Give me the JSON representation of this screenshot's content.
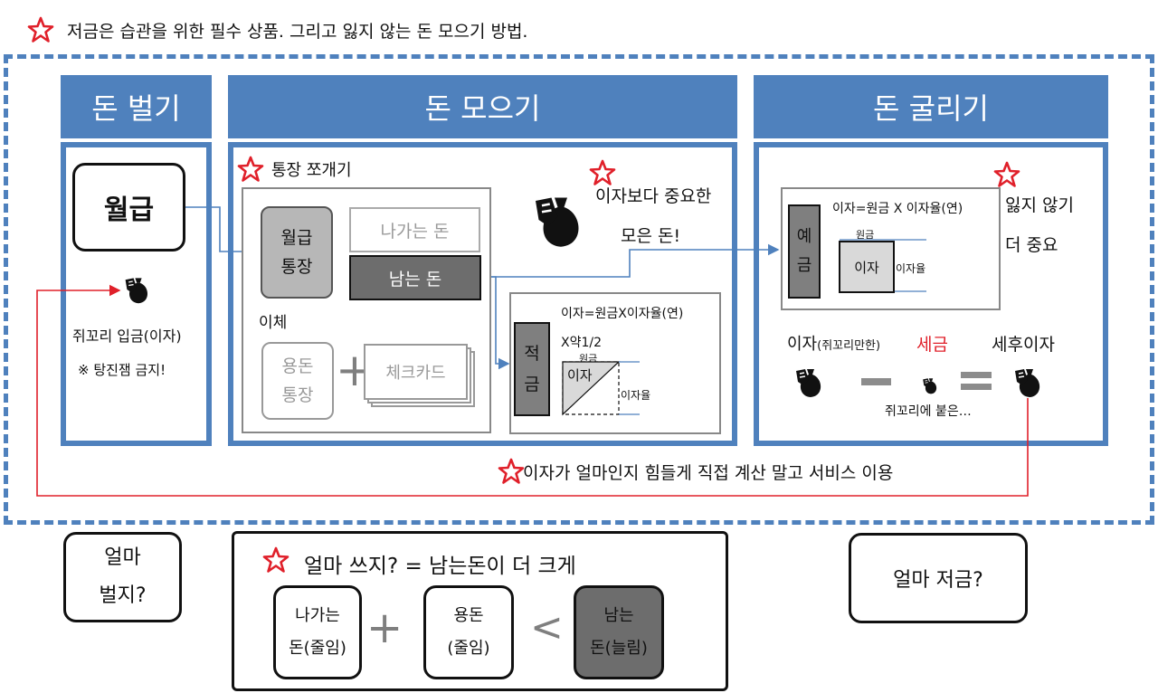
{
  "top_note": "저금은 습관을 위한 필수 상품. 그리고 잃지 않는 돈 모으기 방법.",
  "columns": {
    "earn": "돈 벌기",
    "save": "돈 모으기",
    "grow": "돈 굴리기"
  },
  "earn": {
    "salary": "월급",
    "interest_deposit": "쥐꼬리 입금(이자)",
    "note": "※ 탕진잼 금지!"
  },
  "save": {
    "split_title": "통장 쪼개기",
    "salary_account_l1": "월급",
    "salary_account_l2": "통장",
    "outgoing": "나가는 돈",
    "remaining": "남는 돈",
    "transfer": "이체",
    "allowance_l1": "용돈",
    "allowance_l2": "통장",
    "check_card": "체크카드",
    "important_l1": "이자보다 중요한",
    "important_l2": "모은 돈!",
    "installment_l1": "적",
    "installment_l2": "금",
    "formula": "이자=원금X이자율(연)",
    "approx": "X약1/2",
    "principal": "원금",
    "interest": "이자",
    "rate": "이자율"
  },
  "grow": {
    "deposit_l1": "예",
    "deposit_l2": "금",
    "formula": "이자=원금 X 이자율(연)",
    "principal": "원금",
    "interest": "이자",
    "rate": "이자율",
    "not_lose_l1": "잃지 않기",
    "not_lose_l2": "더 중요",
    "interest_label": "이자",
    "interest_sub": "(쥐꼬리만한)",
    "tax": "세금",
    "after_tax": "세후이자",
    "minus": "−",
    "equals": "=",
    "tail_note": "쥐꼬리에 붙은…"
  },
  "service_note": "이자가 얼마인지 힘들게 직접 계산 말고 서비스 이용",
  "bottom": {
    "how_much_earn_l1": "얼마",
    "how_much_earn_l2": "벌지?",
    "spend_title": "얼마 쓰지? = 남는돈이 더 크게",
    "outgoing_l1": "나가는",
    "outgoing_l2": "돈(줄임)",
    "plus": "+",
    "allowance_l1": "용돈",
    "allowance_l2": "(줄임)",
    "less_than": "<",
    "remaining_l1": "남는",
    "remaining_l2": "돈(늘림)",
    "how_much_save": "얼마 저금?"
  },
  "colors": {
    "accent_blue": "#4f81bd",
    "star_red": "#e0202a",
    "dark_gray": "#6d6d6d",
    "light_gray": "#d9d9d9",
    "line_red": "#e0202a"
  },
  "icons": [
    "star-icon",
    "money-bag-icon"
  ]
}
